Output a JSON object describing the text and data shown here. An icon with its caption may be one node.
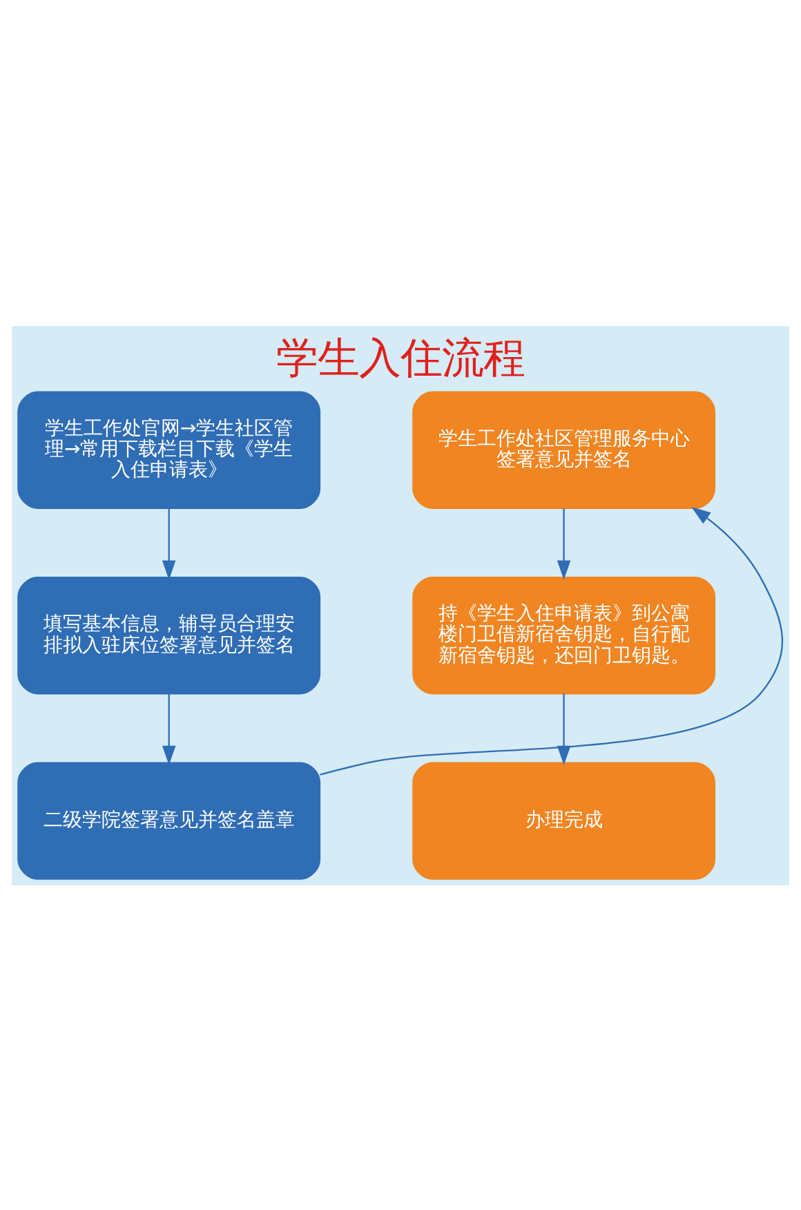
{
  "diagram": {
    "title": "学生入住流程",
    "nodes": [
      {
        "text": [
          "学生工作处官网→学生社区管理→常用下载栏目下载《学生入住申请表》"
        ]
      },
      {
        "text": [
          "填写基本信息，辅导员合理安排拟入驻床位签署意见并签名"
        ]
      },
      {
        "text": [
          "二级学院签署意见并签名盖章"
        ]
      },
      {
        "text": [
          "学生工作处社区管理服务中心签署意见并签名"
        ]
      },
      {
        "text": [
          "持《学生入住申请表》到公寓楼门卫借新宿舍钥匙，自行配新宿舍钥匙，还回门卫钥匙。"
        ]
      },
      {
        "text": [
          "办理完成"
        ]
      }
    ],
    "edges": [
      {
        "from": 0,
        "to": 1,
        "arrow": "to"
      },
      {
        "from": 1,
        "to": 2,
        "arrow": "to"
      },
      {
        "from": 2,
        "to": 3,
        "arrow": "to"
      },
      {
        "from": 3,
        "to": 4,
        "arrow": "to"
      },
      {
        "from": 4,
        "to": 5,
        "arrow": "to"
      }
    ]
  }
}
